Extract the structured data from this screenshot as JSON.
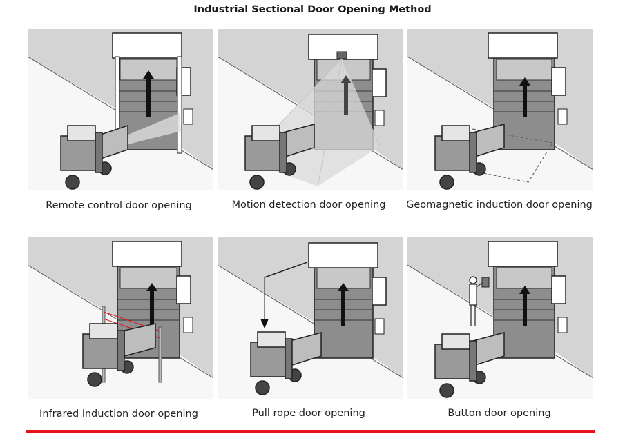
{
  "title": "Industrial Sectional Door Opening Method",
  "accent_color": "#e4141b",
  "panels": [
    {
      "caption": "Remote control door opening",
      "method": "remote-control"
    },
    {
      "caption": "Motion detection door opening",
      "method": "motion-detection"
    },
    {
      "caption": "Geomagnetic induction door opening",
      "method": "geomagnetic-induction"
    },
    {
      "caption": "Infrared induction door opening",
      "method": "infrared-induction"
    },
    {
      "caption": "Pull rope door opening",
      "method": "pull-rope"
    },
    {
      "caption": "Button door opening",
      "method": "button"
    }
  ]
}
